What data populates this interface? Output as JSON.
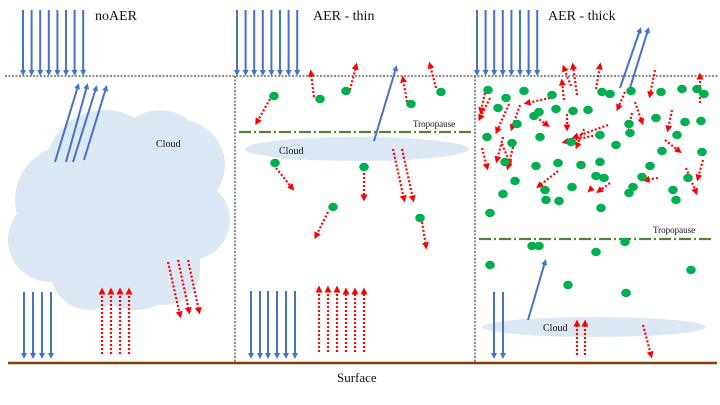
{
  "panels": [
    {
      "id": "noaer",
      "title": "noAER",
      "cloud_label": "Cloud"
    },
    {
      "id": "thin",
      "title": "AER - thin",
      "cloud_label": "Cloud",
      "tropopause_label": "Tropopause"
    },
    {
      "id": "thick",
      "title": "AER - thick",
      "cloud_label": "Cloud",
      "tropopause_label": "Tropopause"
    }
  ],
  "surface_label": "Surface",
  "colors": {
    "solar_arrow": "#4472c4",
    "scattered_arrow": "#ff0000",
    "aerosol": "#00b050",
    "cloud": "#dde8f5",
    "tropopause": "#548235",
    "surface": "#843c0c",
    "boundary": "#8c8c8c"
  },
  "legend_semantics": {
    "blue_solid_arrows": "solar radiation",
    "red_dotted_arrows": "scattered / emitted radiation",
    "green_dots": "aerosol particles"
  }
}
